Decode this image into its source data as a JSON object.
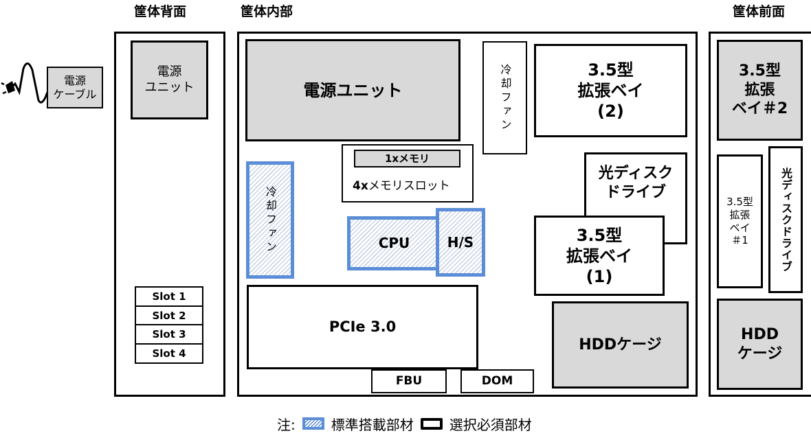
{
  "headings": {
    "rear": "筐体背面",
    "inside": "筐体内部",
    "front": "筐体前面"
  },
  "rear": {
    "power_cable": "電源\nケーブル",
    "psu": "電源\nユニット",
    "slots": [
      "Slot 1",
      "Slot 2",
      "Slot 3",
      "Slot 4"
    ]
  },
  "inside": {
    "psu": "電源ユニット",
    "fan_top": "冷却ファン",
    "fan_left": "冷却ファン",
    "bay_2": "3.5型\n拡張ベイ\n(2)",
    "memory_module": "1xメモリ",
    "memory_slots_count": "4x",
    "memory_slots_text": "メモリスロット",
    "optical_drive": "光ディスク\nドライブ",
    "bay_1": "3.5型\n拡張ベイ\n(1)",
    "cpu": "CPU",
    "heatsink": "H/S",
    "pcie": "PCIe 3.0",
    "hdd_cage": "HDDケージ",
    "fbu": "FBU",
    "dom": "DOM"
  },
  "front": {
    "bay_2": "3.5型\n拡張\nベイ＃2",
    "bay_1": "3.5型\n拡張\nベイ\n＃1",
    "optical_drive": "光ディスクドライブ",
    "hdd_cage": "HDD\nケージ"
  },
  "legend": {
    "prefix": "注:",
    "standard": "標準搭載部材",
    "required": "選択必須部材"
  },
  "colors": {
    "standard_border": "#5b8ed6",
    "gray_fill": "#d9d9d9"
  }
}
